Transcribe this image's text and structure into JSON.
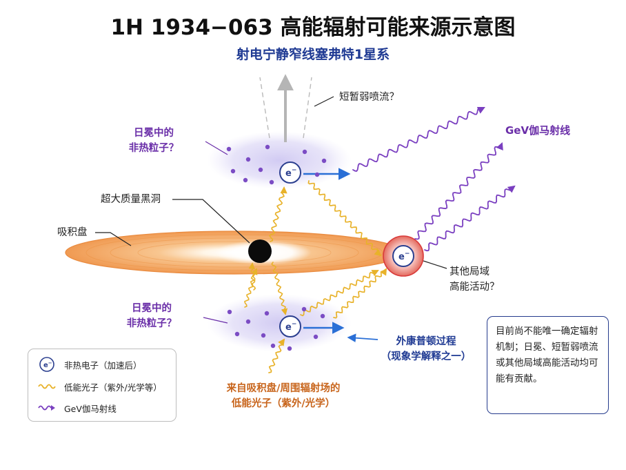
{
  "title": "1H 1934−063 高能辐射可能来源示意图",
  "subtitle": "射电宁静窄线塞弗特1星系",
  "labels": {
    "jet": "短暂弱喷流？",
    "corona_top_line1": "日冕中的",
    "corona_top_line2": "非热粒子？",
    "corona_bottom_line1": "日冕中的",
    "corona_bottom_line2": "非热粒子？",
    "black_hole": "超大质量黑洞",
    "disk": "吸积盘",
    "gev": "GeV伽马射线",
    "local_line1": "其他局域",
    "local_line2": "高能活动？",
    "ic_line1": "外康普顿过程",
    "ic_line2": "（现象学解释之一）",
    "photons_line1": "来自吸积盘/周围辐射场的",
    "photons_line2": "低能光子（紫外/光学）",
    "electron_symbol": "e",
    "electron_sup": "−"
  },
  "legend": {
    "electron": "非热电子（加速后）",
    "photon": "低能光子（紫外/光学等）",
    "gamma": "GeV伽马射线"
  },
  "note": "目前尚不能唯一确定辐射机制；日冕、短暂弱喷流或其他局域高能活动均可能有贡献。",
  "colors": {
    "title": "#111111",
    "subtitle": "#1f3a93",
    "purple": "#6a2ea8",
    "blue_arrow": "#2a6fd6",
    "electron_ring": "#2b3f8f",
    "photon": "#e8b22a",
    "orange_text": "#c8651c",
    "disk": "#f2a25e",
    "hotspot": "#d93a3a",
    "note_border": "#243a8c"
  }
}
